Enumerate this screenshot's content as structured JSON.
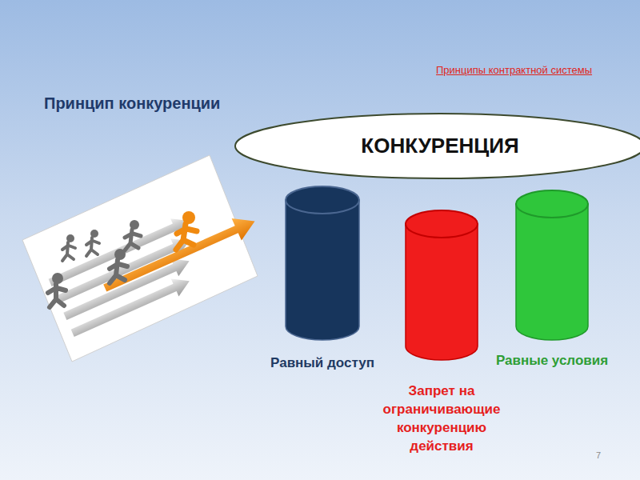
{
  "diagram": {
    "title": "Принцип конкуренции",
    "nodes": [
      {
        "text": [
          "КОНКУРЕНЦИЯ"
        ]
      },
      {
        "text": [
          "Равный доступ"
        ]
      },
      {
        "text": [
          "Запрет на ограничивающие конкуренцию действия"
        ]
      },
      {
        "text": [
          "Равные условия"
        ]
      }
    ],
    "labels": [
      "Принципы контрактной системы",
      "7"
    ]
  }
}
